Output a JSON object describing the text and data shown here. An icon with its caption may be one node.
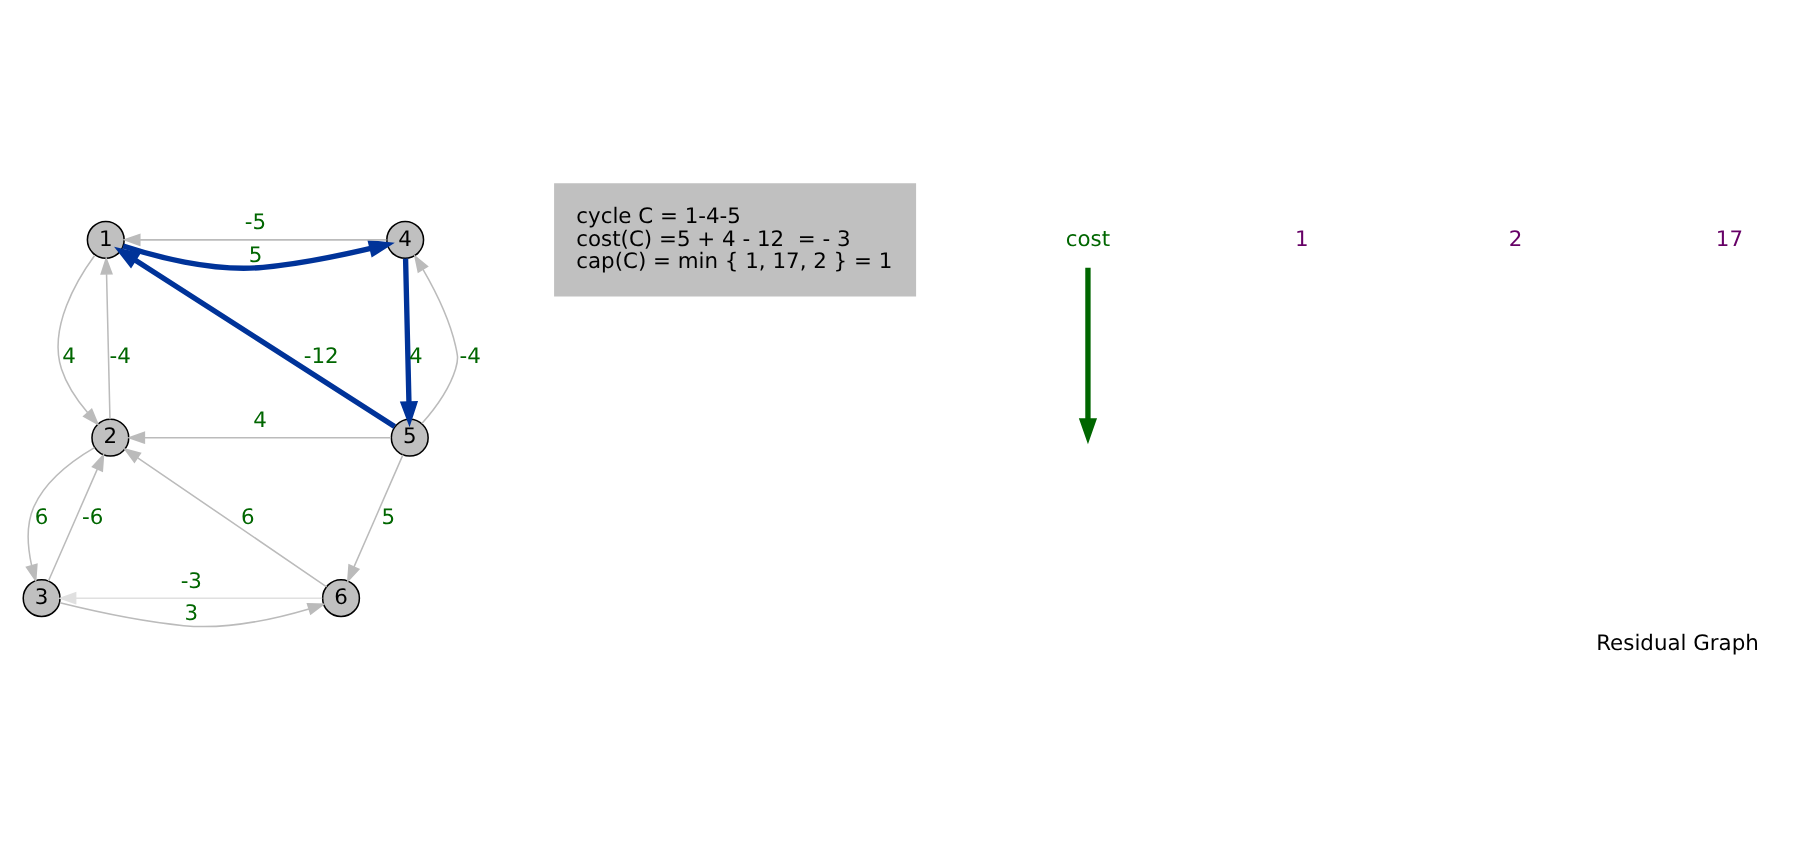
{
  "diagram": {
    "caption": "Residual Graph",
    "nodes": [
      {
        "text": [
          "1"
        ]
      },
      {
        "text": [
          "4"
        ]
      },
      {
        "text": [
          "2"
        ]
      },
      {
        "text": [
          "5"
        ]
      },
      {
        "text": [
          "3"
        ]
      },
      {
        "text": [
          "6"
        ]
      },
      {
        "text": [
          "cycle C = 1-4-5",
          "cost(C) =5 + 4 - 12  = - 3",
          "cap(C) = min { 1, 17, 2 } = 1"
        ]
      },
      {
        "text": [
          "cost"
        ]
      }
    ],
    "edges": [
      {
        "from": 0,
        "to": 1,
        "arrow": "to",
        "label": "5",
        "style": "thick",
        "color": "#003399"
      },
      {
        "from": 1,
        "to": 0,
        "arrow": "to",
        "label": "-5"
      },
      {
        "from": 3,
        "to": 0,
        "arrow": "to",
        "label": "-12",
        "style": "thick",
        "color": "#003399"
      },
      {
        "from": 1,
        "to": 3,
        "arrow": "to",
        "label": "4",
        "style": "thick",
        "color": "#003399"
      },
      {
        "from": 3,
        "to": 1,
        "arrow": "to",
        "label": "-4"
      },
      {
        "from": 2,
        "to": 0,
        "arrow": "to",
        "label": "-4"
      },
      {
        "from": 0,
        "to": 2,
        "arrow": "to",
        "label": "4"
      },
      {
        "from": 3,
        "to": 2,
        "arrow": "to",
        "label": "4"
      },
      {
        "from": 5,
        "to": 2,
        "arrow": "to",
        "label": "6"
      },
      {
        "from": 2,
        "to": 4,
        "arrow": "to",
        "label": "6"
      },
      {
        "from": 4,
        "to": 2,
        "arrow": "to",
        "label": "-6"
      },
      {
        "from": 3,
        "to": 5,
        "arrow": "to",
        "label": "5"
      },
      {
        "from": 4,
        "to": 5,
        "arrow": "to",
        "label": "3"
      },
      {
        "from": 5,
        "to": 4,
        "arrow": "to",
        "label": "-3",
        "color": "#e0e0e0"
      },
      {
        "from": 7,
        "to": null,
        "arrow": "to",
        "style": "thick",
        "color": "#006600"
      }
    ],
    "labels": [
      "1",
      "2",
      "17"
    ]
  }
}
